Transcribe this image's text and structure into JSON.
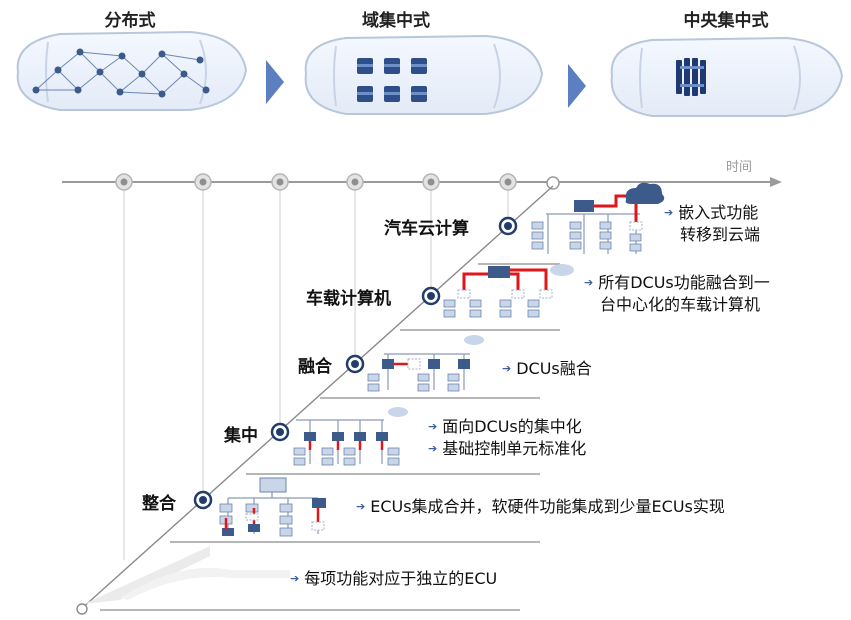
{
  "eras": [
    {
      "title": "分布式"
    },
    {
      "title": "域集中式"
    },
    {
      "title": "中央集中式"
    }
  ],
  "timeline": {
    "axis_label": "时间"
  },
  "stages": [
    {
      "label": "汽车云计算",
      "description": [
        "嵌入式功能",
        "转移到云端"
      ]
    },
    {
      "label": "车载计算机",
      "description": [
        "所有DCUs功能融合到一",
        "台中心化的车载计算机"
      ]
    },
    {
      "label": "融合",
      "description": [
        "DCUs融合"
      ]
    },
    {
      "label": "集中",
      "description": [
        "面向DCUs的集中化",
        "基础控制单元标准化"
      ]
    },
    {
      "label": "整合",
      "description": [
        "ECUs集成合并，软硬件功能集成到少量ECUs实现"
      ]
    },
    {
      "label": "",
      "description": [
        "每项功能对应于独立的ECU"
      ]
    }
  ],
  "colors": {
    "accent_blue": "#3a5f9e",
    "module_fill": "#c9d6ea",
    "module_dark": "#3c5a8a",
    "link_red": "#e0161b",
    "outline": "#b8c7dc"
  }
}
